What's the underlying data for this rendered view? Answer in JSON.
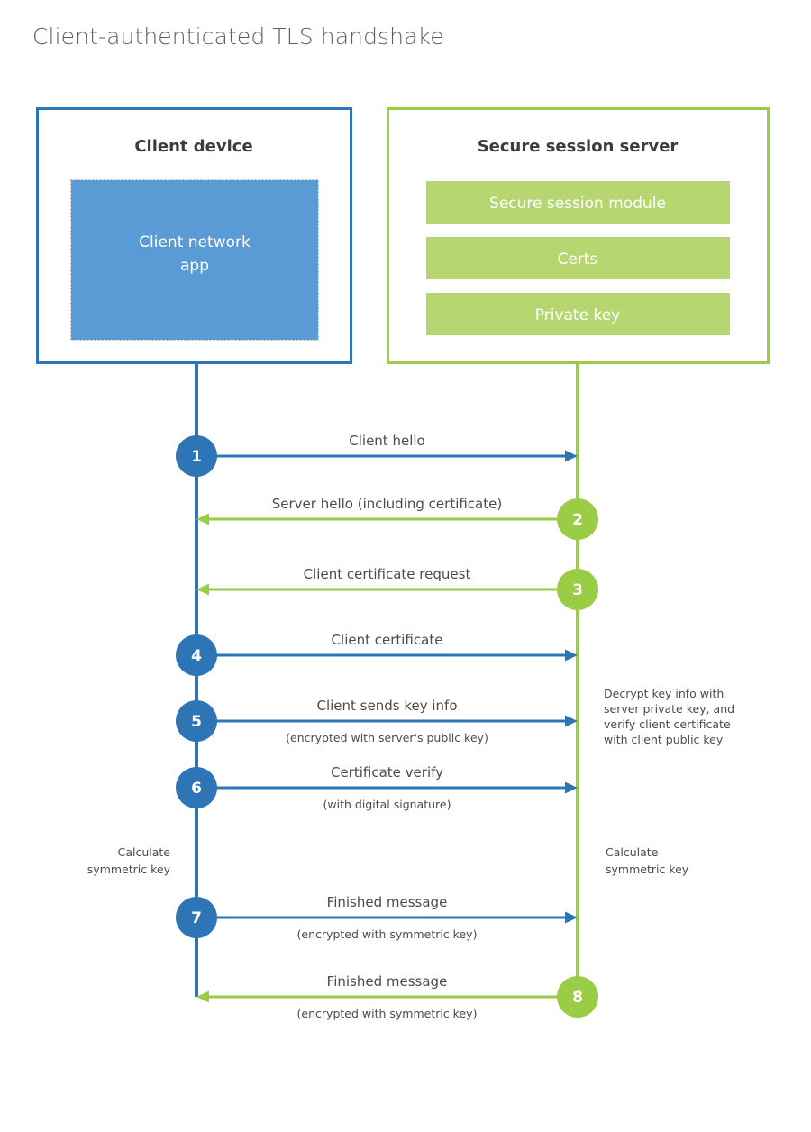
{
  "title": "Client-authenticated TLS handshake",
  "colors": {
    "client_border": "#2e75b6",
    "client_fill": "#5b9bd5",
    "server_border": "#9acd45",
    "server_fill": "#b5d670",
    "client_line": "#2e75b6",
    "server_line": "#9acd45",
    "text": "#4a4b4d",
    "title_text": "#5d5e60",
    "background": "#ffffff"
  },
  "participants": {
    "client": {
      "title": "Client device",
      "blocks": [
        {
          "label": "Client network app"
        }
      ]
    },
    "server": {
      "title": "Secure session server",
      "blocks": [
        {
          "label": "Secure session module"
        },
        {
          "label": "Certs"
        },
        {
          "label": "Private key"
        }
      ]
    }
  },
  "messages": [
    {
      "number": "1",
      "label": "Client hello",
      "sublabel": "",
      "direction": "to-server",
      "origin": "client"
    },
    {
      "number": "2",
      "label": "Server hello (including certificate)",
      "sublabel": "",
      "direction": "to-client",
      "origin": "server"
    },
    {
      "number": "3",
      "label": "Client certificate request",
      "sublabel": "",
      "direction": "to-client",
      "origin": "server"
    },
    {
      "number": "4",
      "label": "Client certificate",
      "sublabel": "",
      "direction": "to-server",
      "origin": "client"
    },
    {
      "number": "5",
      "label": "Client sends key info",
      "sublabel": "(encrypted with server's public key)",
      "direction": "to-server",
      "origin": "client"
    },
    {
      "number": "6",
      "label": "Certificate verify",
      "sublabel": "(with digital signature)",
      "direction": "to-server",
      "origin": "client"
    },
    {
      "number": "7",
      "label": "Finished message",
      "sublabel": "(encrypted with symmetric key)",
      "direction": "to-server",
      "origin": "client"
    },
    {
      "number": "8",
      "label": "Finished message",
      "sublabel": "(encrypted with symmetric key)",
      "direction": "to-client",
      "origin": "server"
    }
  ],
  "notes": {
    "server_decrypt": {
      "lines": [
        "Decrypt key info with",
        "server private key, and",
        "verify client certificate",
        "with client public key"
      ]
    },
    "client_calc": {
      "lines": [
        "Calculate",
        "symmetric key"
      ]
    },
    "server_calc": {
      "lines": [
        "Calculate",
        "symmetric key"
      ]
    }
  }
}
